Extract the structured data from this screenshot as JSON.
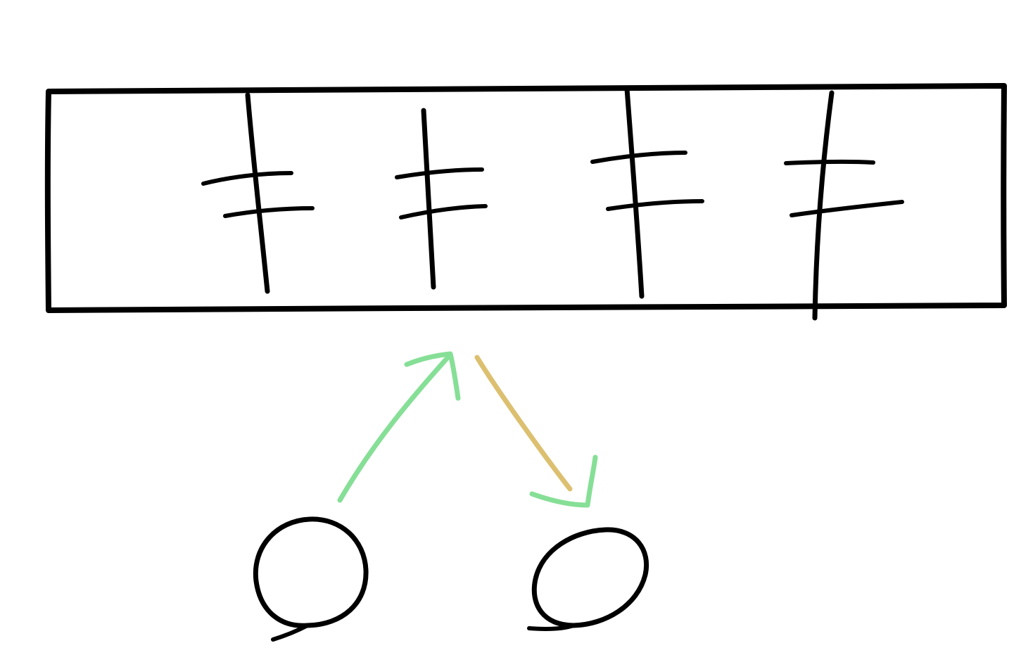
{
  "diagram": {
    "colors": {
      "background": "#ffffff",
      "ink": "#000000",
      "arrow_green": "#86df96",
      "arrow_tan": "#dcc070"
    },
    "elements": {
      "array_box": "rectangle",
      "slot_marks": 4,
      "left_node": "circle",
      "right_node": "circle",
      "arrow_to_array": "green",
      "arrow_to_right_node": "tan-to-green"
    }
  }
}
